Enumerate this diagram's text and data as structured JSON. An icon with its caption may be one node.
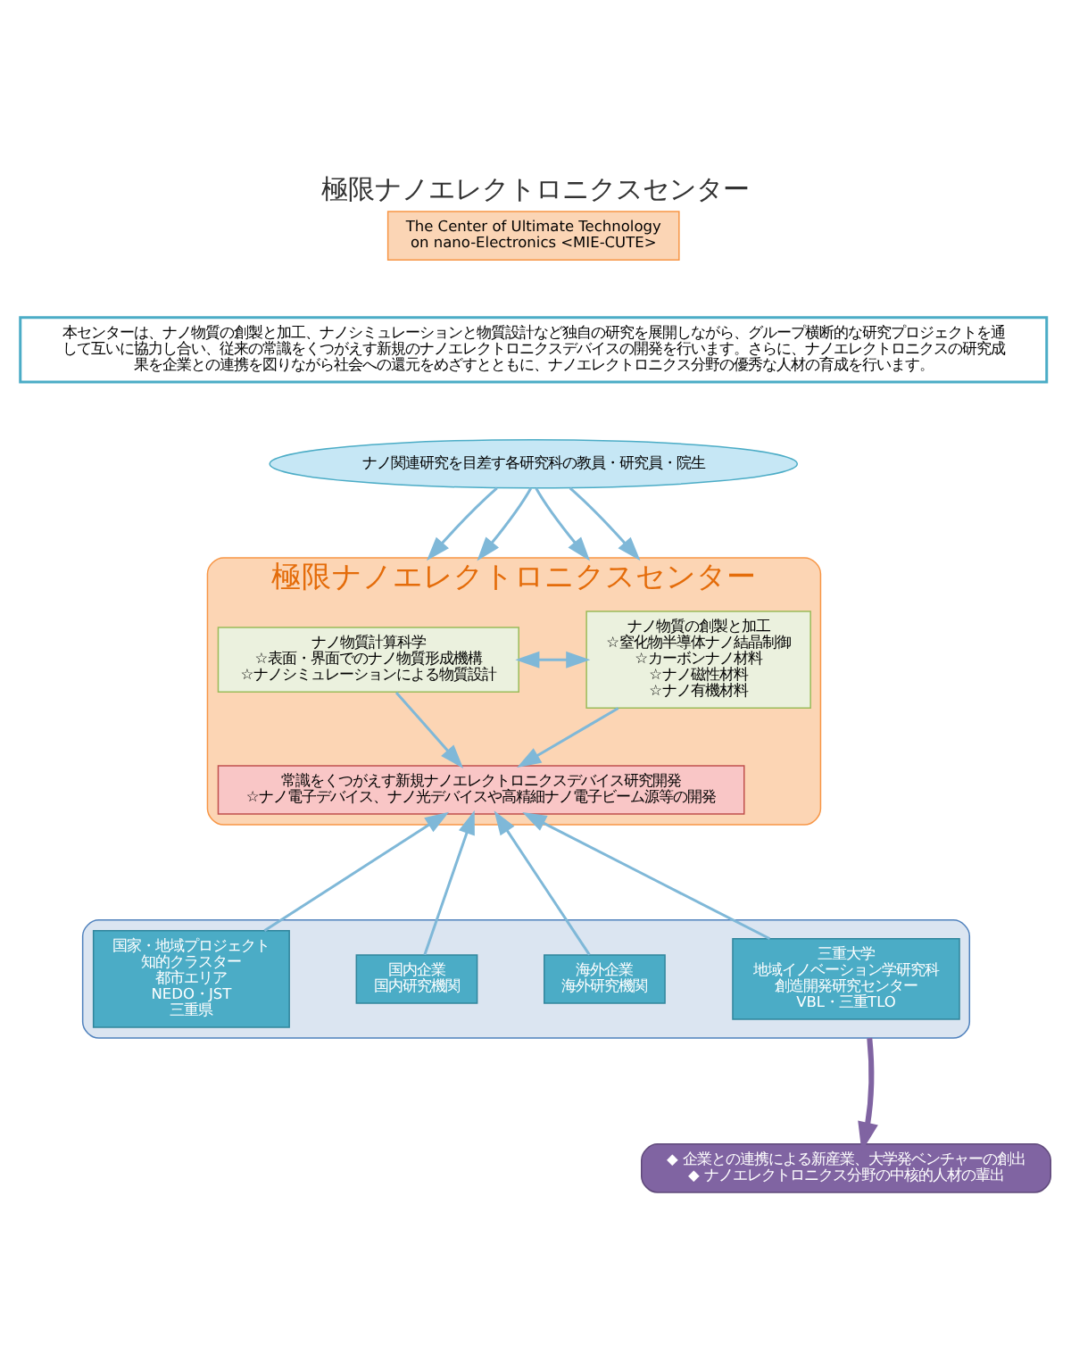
{
  "diagram": {
    "title": "極限ナノエレクトロニクスセンター",
    "nodes": [
      {
        "text": [
          "The Center of Ultimate Technology on nano-Electronics <MIE-CUTE>"
        ]
      },
      {
        "text": [
          "本センターは、ナノ物質の創製と加工、ナノシミュレーションと物質設計など独自の研究を展開しながら、グループ横断的な研究プロジェクトを通して互いに協力し合い、従来の常識をくつがえす新規のナノエレクトロニクスデバイスの開発を行います。さらに、ナノエレクトロニクスの研究成果を企業との連携を図りながら社会への還元をめざすとともに、ナノエレクトロニクス分野の優秀な人材の育成を行います。"
        ]
      },
      {
        "text": [
          "ナノ関連研究を目差す各研究科の教員・研究員・院生"
        ]
      },
      {
        "text": [
          "極限ナノエレクトロニクスセンター"
        ]
      },
      {
        "text": [
          "ナノ物質の創製と加工",
          "☆窒化物半導体ナノ結晶制御",
          "☆カーボンナノ材料",
          "☆ナノ磁性材料",
          "☆ナノ有機材料"
        ],
        "in": 3
      },
      {
        "text": [
          "ナノ物質計算科学",
          "☆表面・界面でのナノ物質形成機構",
          "☆ナノシミュレーションによる物質設計"
        ],
        "in": 3
      },
      {
        "text": [
          "常識をくつがえす新規ナノエレクトロニクスデバイス研究開発",
          "☆ナノ電子デバイス、ナノ光デバイスや高精細ナノ電子ビーム源等の開発"
        ],
        "in": 3
      },
      {
        "text": [],
        "shape": "box"
      },
      {
        "text": [
          "三重大学",
          "地域イノベーション学研究科",
          "創造開発研究センター",
          "VBL・三重TLO"
        ],
        "in": 7
      },
      {
        "text": [
          "国家・地域プロジェクト",
          "知的クラスター",
          "都市エリア",
          "NEDO・JST",
          "三重県"
        ],
        "in": 7
      },
      {
        "text": [
          "国内企業",
          "国内研究機関"
        ],
        "in": 7
      },
      {
        "text": [
          "海外企業",
          "海外研究機関"
        ],
        "in": 7
      },
      {
        "text": [
          "◆ 企業との連携による新産業、大学発ベンチャーの創出",
          "◆ ナノエレクトロニクス分野の中核的人材の輩出"
        ]
      }
    ],
    "edges": [
      {
        "from": 2,
        "to": 3,
        "arrow": "to"
      },
      {
        "from": 2,
        "to": 3,
        "arrow": "to"
      },
      {
        "from": 2,
        "to": 3,
        "arrow": "to"
      },
      {
        "from": 2,
        "to": 3,
        "arrow": "to"
      },
      {
        "from": 4,
        "to": 5,
        "arrow": "both"
      },
      {
        "from": 4,
        "to": 6,
        "arrow": "to"
      },
      {
        "from": 5,
        "to": 6,
        "arrow": "to"
      },
      {
        "from": 8,
        "to": 3,
        "arrow": "to"
      },
      {
        "from": 9,
        "to": 3,
        "arrow": "to"
      },
      {
        "from": 10,
        "to": 3,
        "arrow": "to"
      },
      {
        "from": 11,
        "to": 3,
        "arrow": "to"
      },
      {
        "from": 7,
        "to": 12,
        "arrow": "to",
        "style": "thick",
        "color": "#8064a2"
      }
    ]
  }
}
